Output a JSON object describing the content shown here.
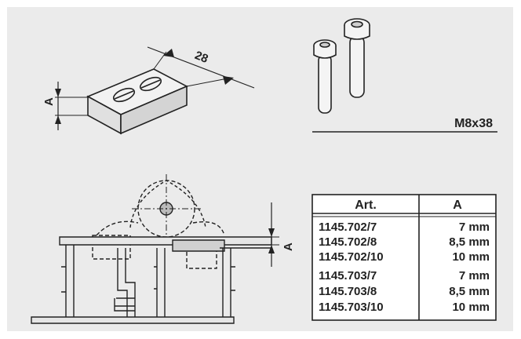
{
  "top_left": {
    "dimension_28": "28",
    "dimension_a": "A"
  },
  "top_right": {
    "bolt_label": "M8x38"
  },
  "bottom_left": {
    "dimension_a": "A"
  },
  "table": {
    "headers": [
      "Art.",
      "A"
    ],
    "rows": [
      {
        "art": "1145.702/7",
        "a": "7 mm"
      },
      {
        "art": "1145.702/8",
        "a": "8,5 mm"
      },
      {
        "art": "1145.702/10",
        "a": "10 mm"
      },
      {
        "art": "1145.703/7",
        "a": "7 mm"
      },
      {
        "art": "1145.703/8",
        "a": "8,5 mm"
      },
      {
        "art": "1145.703/10",
        "a": "10 mm"
      }
    ]
  }
}
